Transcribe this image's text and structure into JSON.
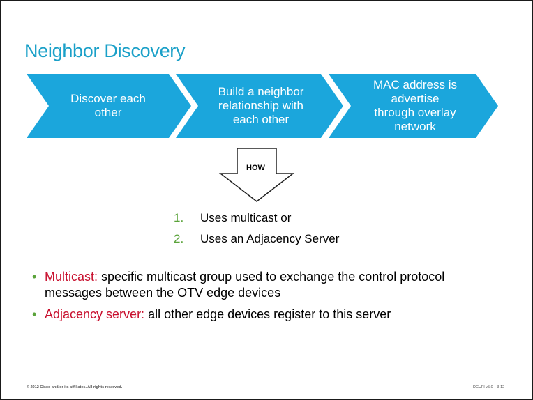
{
  "title": "Neighbor Discovery",
  "steps": [
    {
      "line1": "Discover each",
      "line2": "other"
    },
    {
      "line1": "Build a neighbor",
      "line2": "relationship with",
      "line3": "each other"
    },
    {
      "line1": "MAC address is",
      "line2": "advertise",
      "line3": "through overlay",
      "line4": "network"
    }
  ],
  "how_label": "HOW",
  "methods": [
    {
      "num": "1.",
      "text": "Uses multicast   or"
    },
    {
      "num": "2.",
      "text": "Uses an Adjacency Server"
    }
  ],
  "bullets": [
    {
      "term": "Multicast:",
      "line1": " specific multicast group used to exchange the control protocol",
      "line2": "messages between the OTV edge devices"
    },
    {
      "term": "Adjacency server:",
      "line1": " all other edge devices register to this server"
    }
  ],
  "bullet_symbol": "•",
  "footer_left": "© 2012 Cisco and/or its affiliates. All rights reserved.",
  "footer_right": "DCUFI v5.0—3-12",
  "colors": {
    "accent": "#1aa0c8",
    "chevron": "#1ba6dc",
    "number": "#5aa33a",
    "term": "#c8102e"
  }
}
